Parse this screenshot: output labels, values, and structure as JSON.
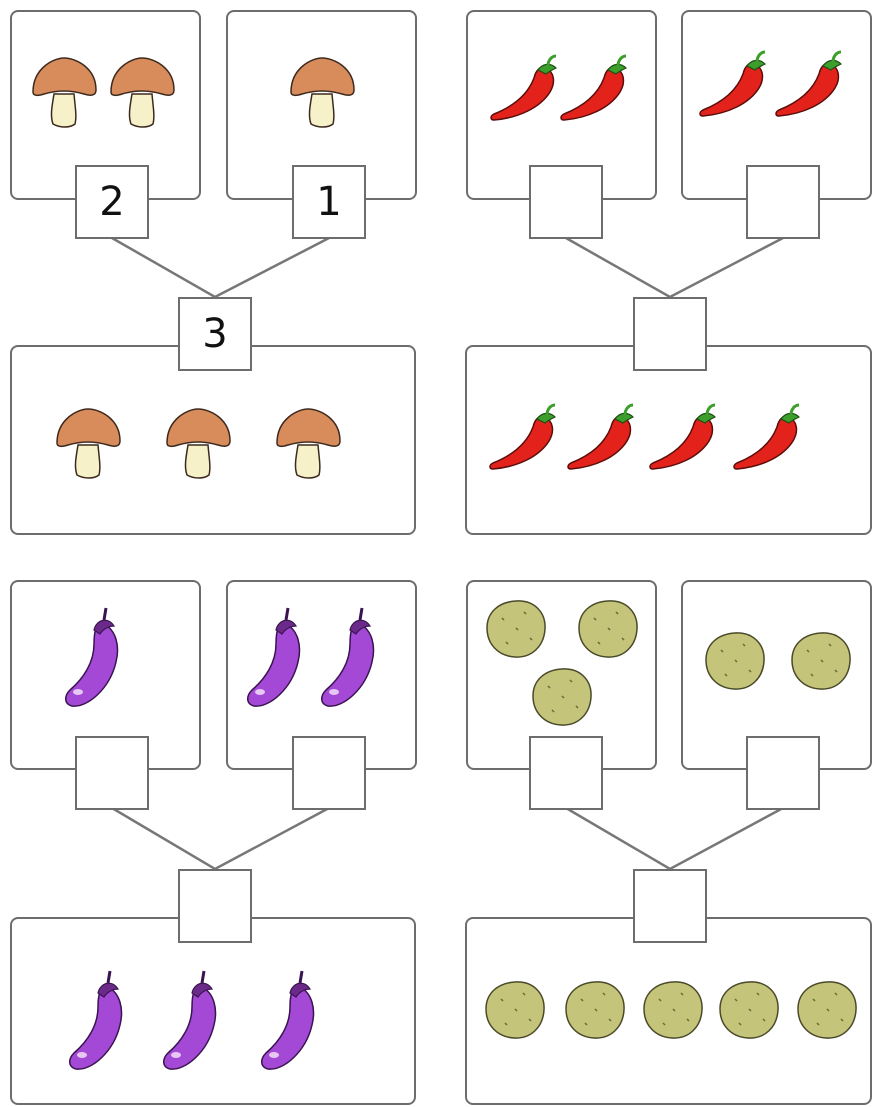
{
  "groups": [
    {
      "id": "mushroom",
      "item": "mushroom-icon",
      "colors": {
        "cap": "#d98c5b",
        "stem": "#f6f1c8",
        "outline": "#3d2a1e"
      },
      "left_count": 2,
      "right_count": 1,
      "total_count": 3,
      "left_answer": "2",
      "right_answer": "1",
      "total_answer": "3"
    },
    {
      "id": "pepper",
      "item": "chili-pepper-icon",
      "colors": {
        "body": "#e3231b",
        "stem": "#3c9e2b",
        "outline": "#5a0d0a"
      },
      "left_count": 2,
      "right_count": 2,
      "total_count": 4,
      "left_answer": "",
      "right_answer": "",
      "total_answer": ""
    },
    {
      "id": "eggplant",
      "item": "eggplant-icon",
      "colors": {
        "body": "#a349d6",
        "cap": "#6b2a8a",
        "outline": "#3a1450"
      },
      "left_count": 1,
      "right_count": 2,
      "total_count": 3,
      "left_answer": "",
      "right_answer": "",
      "total_answer": ""
    },
    {
      "id": "potato",
      "item": "potato-icon",
      "colors": {
        "body": "#c4c47a",
        "outline": "#4a4a2a"
      },
      "left_count": 3,
      "right_count": 2,
      "total_count": 5,
      "left_answer": "",
      "right_answer": "",
      "total_answer": ""
    }
  ]
}
